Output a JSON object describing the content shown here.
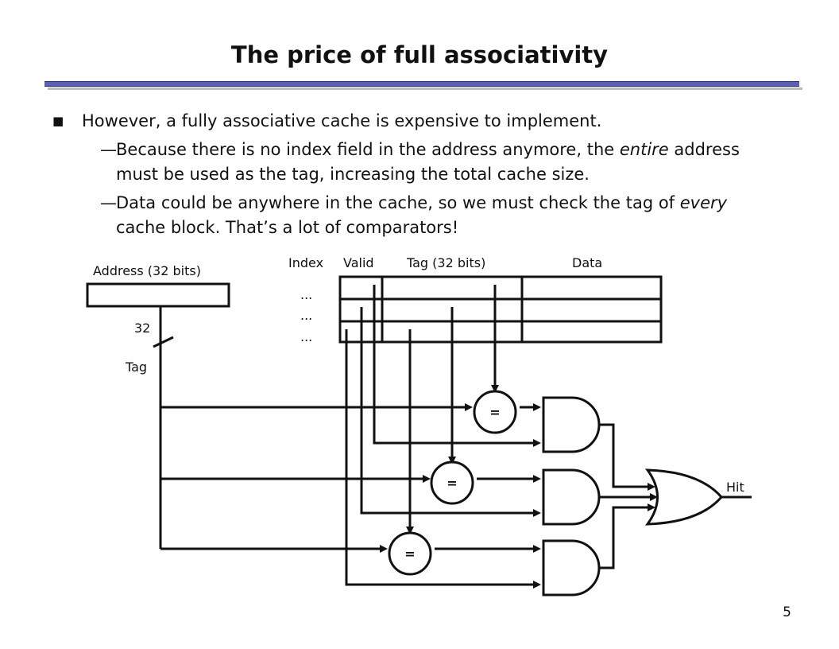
{
  "slide": {
    "title": "The price of full associativity",
    "bullet": "However, a fully associative cache is expensive to implement.",
    "sub1_a": "Because there is no index field in the address anymore, the ",
    "sub1_em": "entire",
    "sub1_b": " address must be used as the tag, increasing the total cache size.",
    "sub2_a": "Data could be anywhere in the cache, so we must check the tag of ",
    "sub2_em": "every",
    "sub2_b": " cache block. That’s a lot of comparators!",
    "dash": "—",
    "page_number": "5"
  },
  "diagram": {
    "address_label": "Address (32 bits)",
    "bus_width": "32",
    "tag_label": "Tag",
    "col_index": "Index",
    "col_valid": "Valid",
    "col_tag": "Tag (32 bits)",
    "col_data": "Data",
    "row_marker": "...",
    "eq_symbol": "=",
    "hit_label": "Hit"
  },
  "icons": {
    "bullet": "square-bullet"
  }
}
